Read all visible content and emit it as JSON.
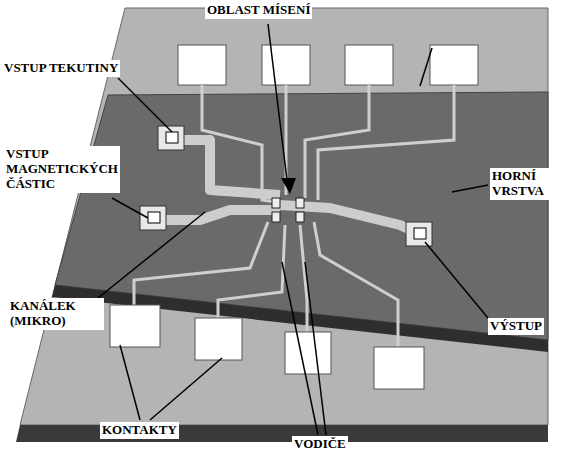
{
  "diagram": {
    "labels": [
      "OBLAST MÍSENÍ",
      "VSTUP TEKUTINY",
      "VSTUP MAGNETICKÝCH ČÁSTIC",
      "HORNÍ VRSTVA",
      "KANÁLEK (MIKRO)",
      "VÝSTUP",
      "KONTAKTY",
      "VODIČE"
    ]
  }
}
